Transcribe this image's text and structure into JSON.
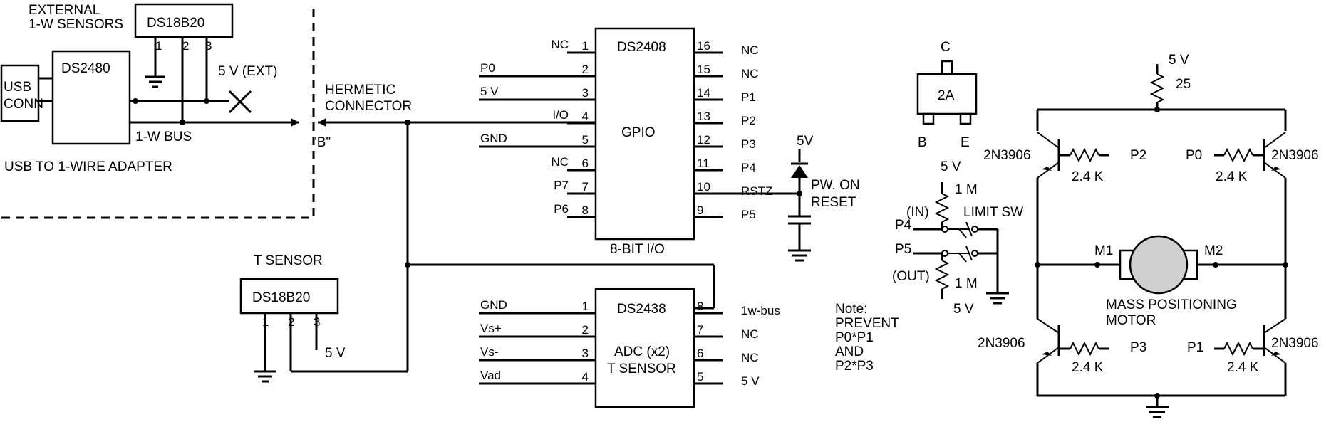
{
  "adapter": {
    "usb_conn_1": "USB",
    "usb_conn_2": "CONN",
    "chip": "DS2480",
    "bus_label": "1-W BUS",
    "caption": "USB TO 1-WIRE ADAPTER"
  },
  "external": {
    "title_1": "EXTERNAL",
    "title_2": "1-W SENSORS",
    "chip": "DS18B20",
    "pins": [
      "1",
      "2",
      "3"
    ],
    "supply": "5 V (EXT)"
  },
  "hermetic": {
    "label_1": "HERMETIC",
    "label_2": "CONNECTOR",
    "pin_label": "\"B\""
  },
  "t_sensor": {
    "title": "T SENSOR",
    "chip": "DS18B20",
    "pins": [
      "1",
      "2",
      "3"
    ],
    "supply": "5 V"
  },
  "ds2408": {
    "name": "DS2408",
    "function": "GPIO",
    "caption": "8-BIT I/O",
    "left_pins": [
      {
        "num": "1",
        "label": "NC"
      },
      {
        "num": "2",
        "label": "P0"
      },
      {
        "num": "3",
        "label": "5 V"
      },
      {
        "num": "4",
        "label": "I/O"
      },
      {
        "num": "5",
        "label": "GND"
      },
      {
        "num": "6",
        "label": "NC"
      },
      {
        "num": "7",
        "label": "P7"
      },
      {
        "num": "8",
        "label": "P6"
      }
    ],
    "right_pins": [
      {
        "num": "16",
        "label": "NC"
      },
      {
        "num": "15",
        "label": "NC"
      },
      {
        "num": "14",
        "label": "P1"
      },
      {
        "num": "13",
        "label": "P2"
      },
      {
        "num": "12",
        "label": "P3"
      },
      {
        "num": "11",
        "label": "P4"
      },
      {
        "num": "10",
        "label": "RSTZ"
      },
      {
        "num": "9",
        "label": "P5"
      }
    ]
  },
  "reset": {
    "supply": "5V",
    "label_1": "PW. ON",
    "label_2": "RESET"
  },
  "ds2438": {
    "name": "DS2438",
    "function_1": "ADC (x2)",
    "function_2": "T SENSOR",
    "left_pins": [
      {
        "num": "1",
        "label": "GND"
      },
      {
        "num": "2",
        "label": "Vs+"
      },
      {
        "num": "3",
        "label": "Vs-"
      },
      {
        "num": "4",
        "label": "Vad"
      }
    ],
    "right_pins": [
      {
        "num": "8",
        "label": "1w-bus"
      },
      {
        "num": "7",
        "label": "NC"
      },
      {
        "num": "6",
        "label": "NC"
      },
      {
        "num": "5",
        "label": "5 V"
      }
    ]
  },
  "note": {
    "lines": [
      "Note:",
      "PREVENT",
      "P0*P1",
      "AND",
      "P2*P3"
    ]
  },
  "transistor_pkg": {
    "collector": "C",
    "marking": "2A",
    "base": "B",
    "emitter": "E"
  },
  "limit_sw": {
    "supply_top": "5 V",
    "r_top": "1 M",
    "in_label": "(IN)",
    "p4": "P4",
    "label": "LIMIT SW",
    "p5": "P5",
    "out_label": "(OUT)",
    "r_bot": "1 M",
    "supply_bot": "5 V"
  },
  "hbridge": {
    "supply": "5 V",
    "r_supply": "25",
    "q_tl": "2N3906",
    "q_tr": "2N3906",
    "q_bl": "2N3906",
    "q_br": "2N3906",
    "in_tl": "P2",
    "in_tr": "P0",
    "in_bl": "P3",
    "in_br": "P1",
    "r_tl": "2.4 K",
    "r_tr": "2.4 K",
    "r_bl": "2.4 K",
    "r_br": "2.4 K",
    "m1": "M1",
    "m2": "M2",
    "motor_1": "MASS POSITIONING",
    "motor_2": "MOTOR"
  }
}
